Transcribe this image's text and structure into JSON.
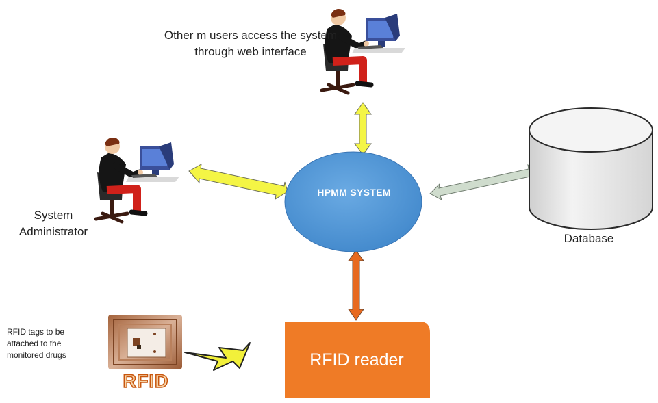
{
  "labels": {
    "web_users": "Other m users access the system through web interface",
    "admin": "System Administrator",
    "database": "Database",
    "tags": "RFID tags to be attached to the monitored drugs",
    "system": "HPMM SYSTEM",
    "reader": "RFID reader",
    "rfid_logo": "RFID"
  },
  "icons": [
    "user-at-computer-icon",
    "database-cylinder-icon",
    "rfid-tag-icon",
    "lightning-link-icon"
  ],
  "colors": {
    "system_ellipse": "#4d94d6",
    "reader_box": "#ef7b26",
    "arrow_yellow": "#f4f545",
    "arrow_orange": "#e7691f",
    "arrow_grey": "#cfdccd",
    "database": "#ebebeb"
  }
}
